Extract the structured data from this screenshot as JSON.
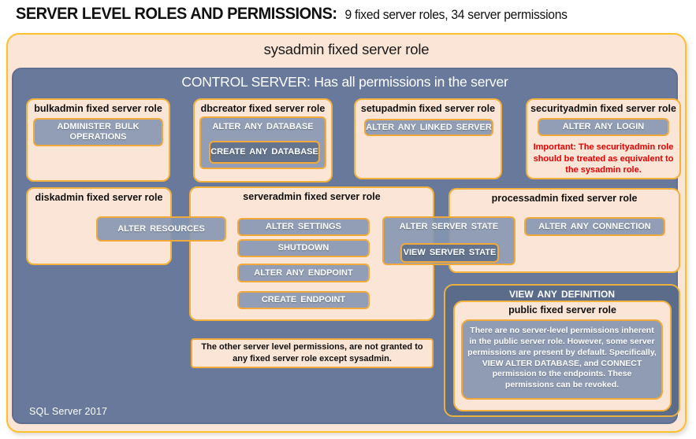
{
  "header": {
    "title_bold": "SERVER LEVEL ROLES AND PERMISSIONS:",
    "title_rest": "9 fixed server roles, 34 server permissions"
  },
  "colors": {
    "peach": "#FBE5D6",
    "gold_border": "#F2A93C",
    "outer_gold_border": "#FFC02E",
    "panel_blue": "#68799B",
    "permission_blue": "#8496B0",
    "dark_permission_blue": "#64748F",
    "view_definition_blue": "#5B6C8B",
    "warning_red": "#E60000"
  },
  "sysadmin": {
    "title": "sysadmin fixed server role"
  },
  "control": {
    "title": "CONTROL SERVER: Has all permissions in the server",
    "footer": "SQL Server 2017"
  },
  "roles": {
    "bulkadmin": {
      "title": "bulkadmin fixed server role",
      "permission": "ADMINISTER BULK OPERATIONS"
    },
    "dbcreator": {
      "title": "dbcreator fixed server role",
      "permission_outer": "ALTER ANY DATABASE",
      "permission_inner": "CREATE ANY DATABASE"
    },
    "setupadmin": {
      "title": "setupadmin fixed server role",
      "permission": "ALTER ANY LINKED SERVER"
    },
    "securityadmin": {
      "title": "securityadmin fixed server role",
      "permission": "ALTER ANY LOGIN",
      "warning": "Important: The securityadmin role should be treated as equivalent to the sysadmin role."
    },
    "diskadmin": {
      "title": "diskadmin fixed server role",
      "permission": "ALTER RESOURCES"
    },
    "serveradmin": {
      "title": "serveradmin fixed server role",
      "permissions": [
        "ALTER SETTINGS",
        "SHUTDOWN",
        "ALTER ANY ENDPOINT",
        "CREATE ENDPOINT"
      ],
      "state_outer": "ALTER SERVER STATE",
      "state_inner": "VIEW SERVER STATE"
    },
    "processadmin": {
      "title": "processadmin fixed server role",
      "permission": "ALTER ANY CONNECTION"
    },
    "public": {
      "banner": "VIEW ANY DEFINITION",
      "title": "public fixed server role",
      "description": "There are no server-level permissions inherent in the public server role. However, some server permissions are present by default. Specifically, VIEW ALTER DATABASE, and CONNECT permission to the endpoints. These permissions can be revoked."
    }
  },
  "notes": {
    "other_permissions": "The other server level permissions, are not granted to any fixed server role except sysadmin."
  }
}
